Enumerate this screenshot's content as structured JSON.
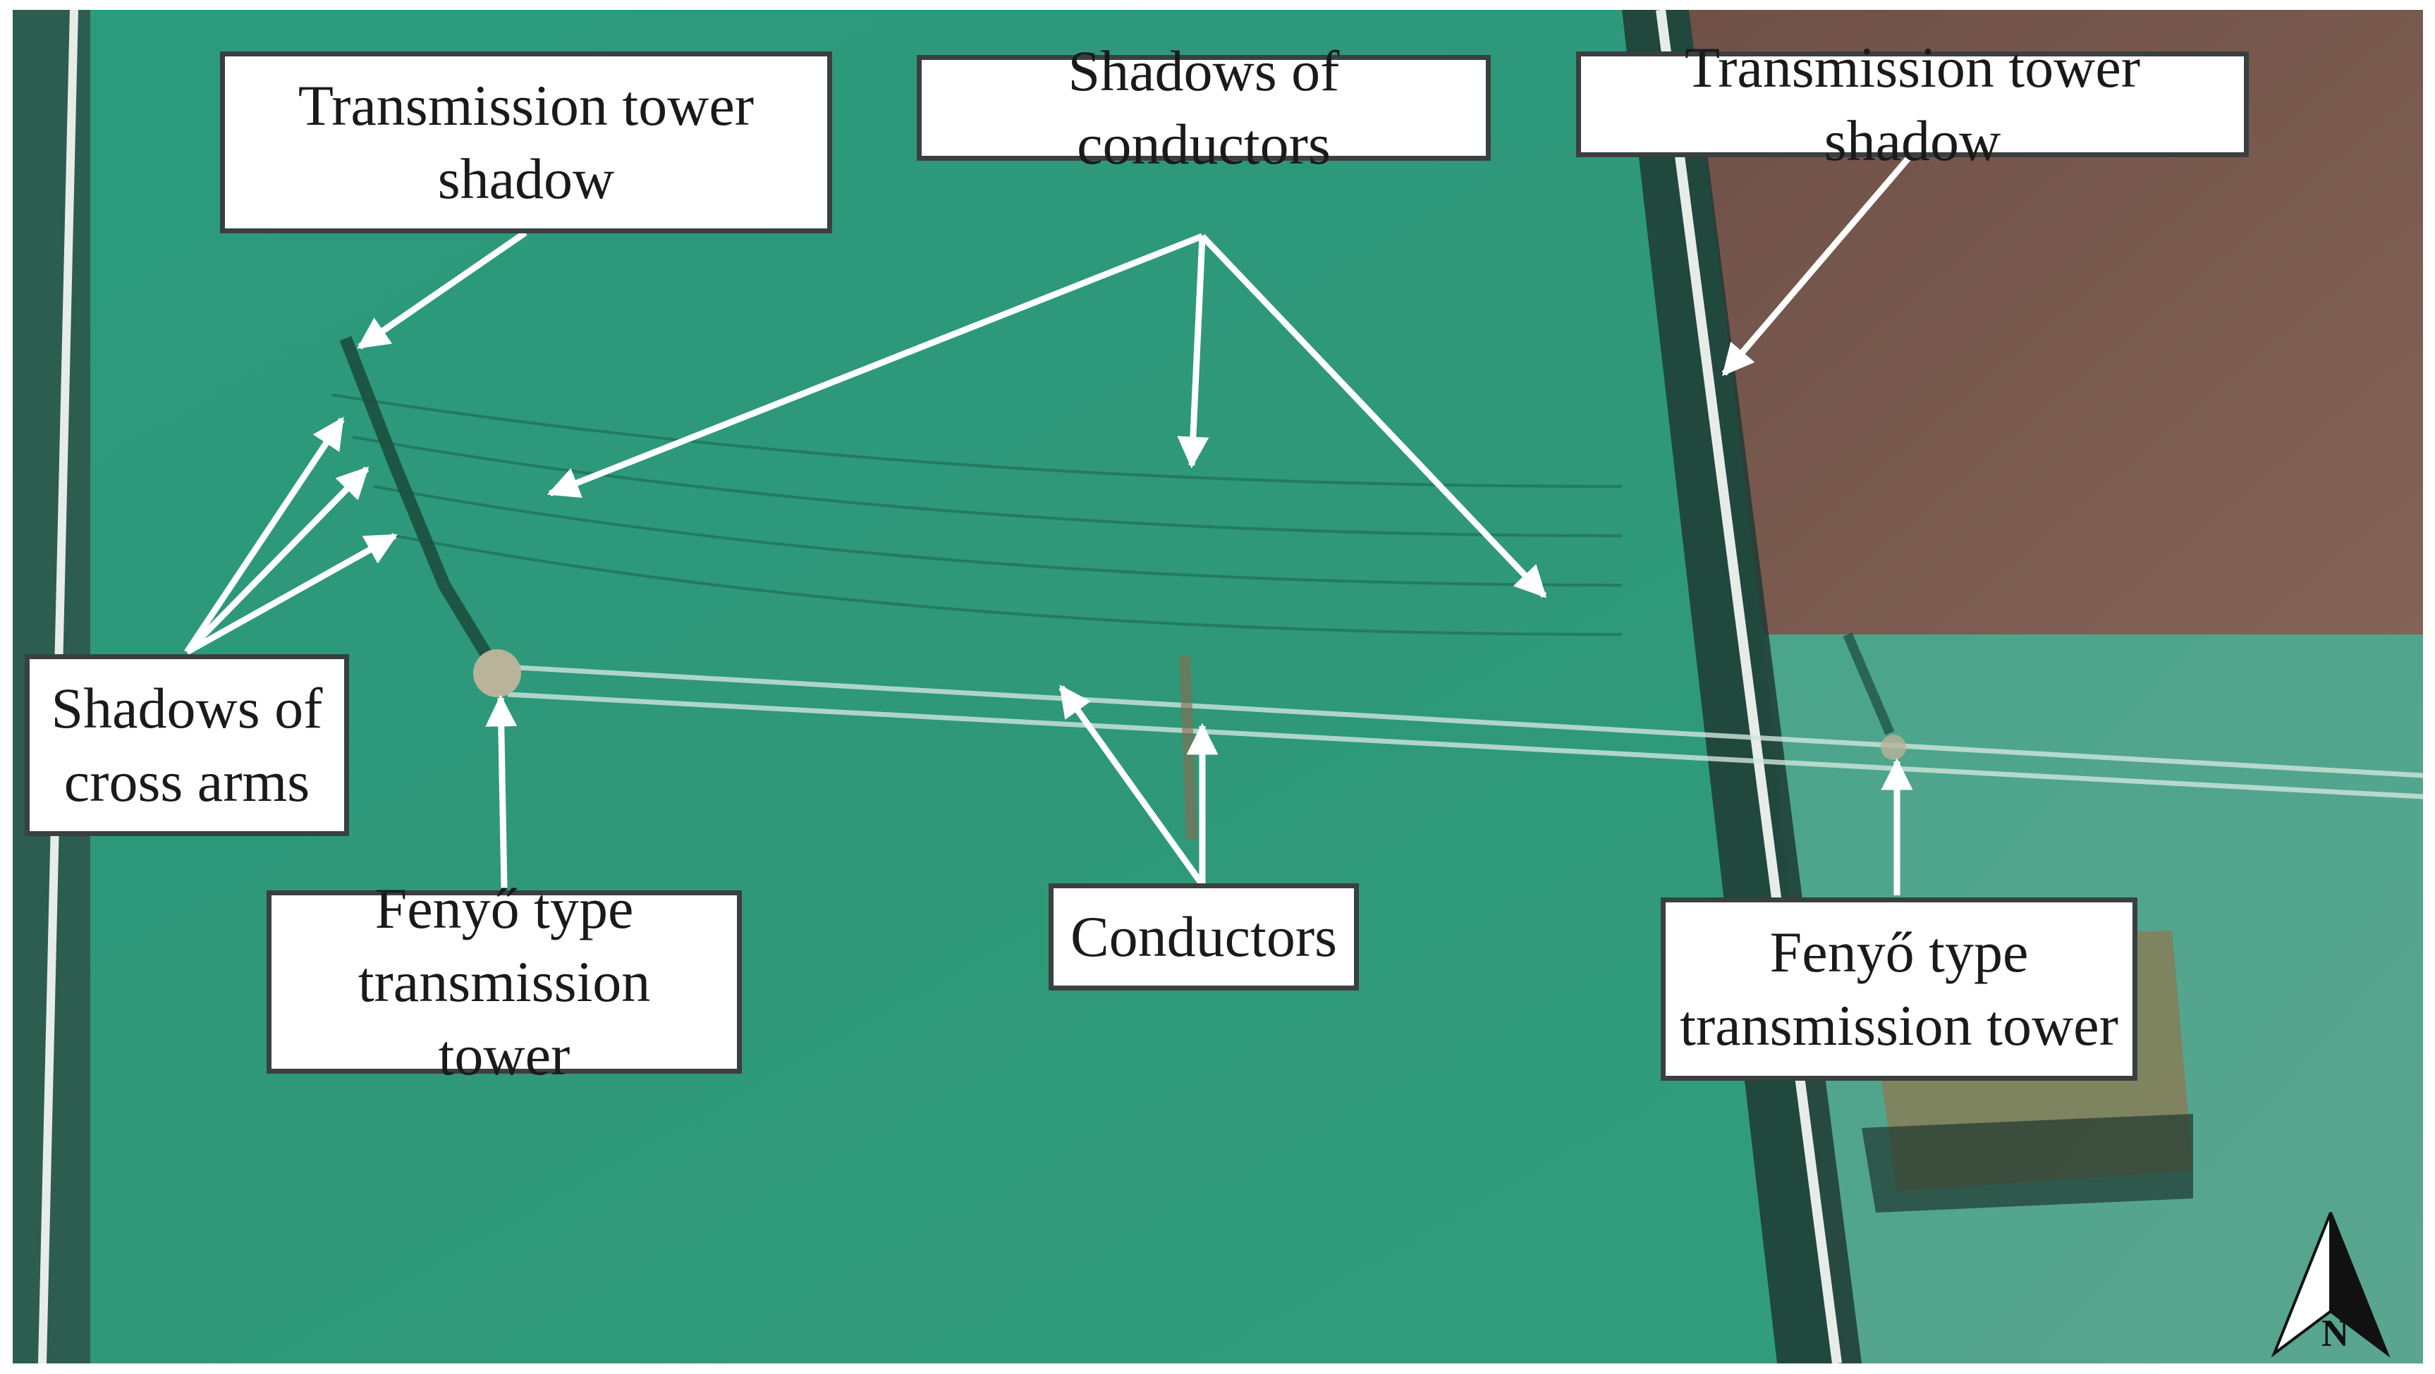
{
  "labels": {
    "tower_shadow_left": "Transmission tower\nshadow",
    "shadows_conductors": "Shadows of conductors",
    "tower_shadow_right": "Transmission tower shadow",
    "shadows_cross_arms": "Shadows of\ncross arms",
    "tower_left": "Fenyő type\ntransmission tower",
    "conductors": "Conductors",
    "tower_right": "Fenyő type\ntransmission tower"
  },
  "north_arrow": {
    "letter": "N",
    "icon": "north-arrow-icon"
  },
  "colors": {
    "field_green": "#2f9a7c",
    "field_brown": "#7a5a4e",
    "road": "#e8ece8",
    "arrow": "#ffffff",
    "box_border": "#3a3f3f"
  }
}
